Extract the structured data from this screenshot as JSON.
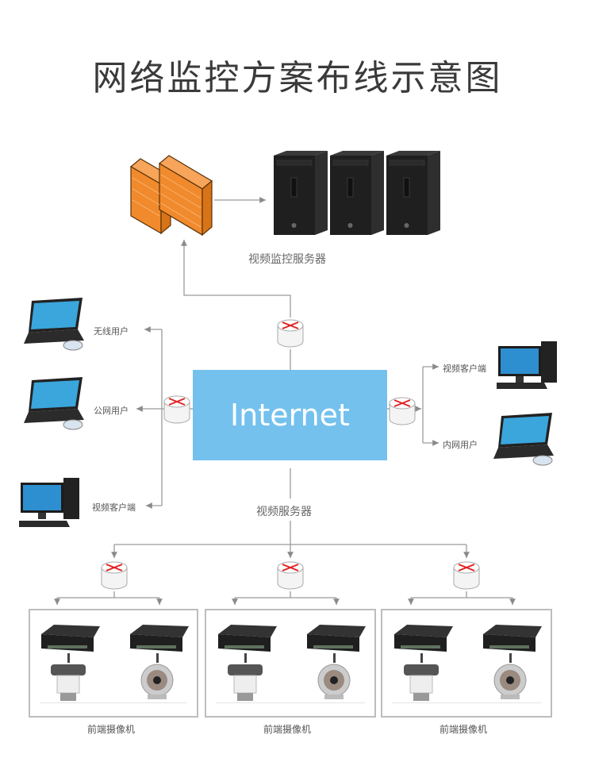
{
  "title": "网络监控方案布线示意图",
  "colors": {
    "internet_box": "#74c1ee",
    "firewall": "#f08a2c",
    "router_arrows": "#e02020",
    "line": "#9a9a9a",
    "label_text": "#555555"
  },
  "top": {
    "server_label": "视频监控服务器",
    "firewall_icon": "firewall-icon",
    "server_icon": "desktop-tower-icon"
  },
  "center": {
    "internet_label": "Internet",
    "video_server_label": "视频服务器"
  },
  "left_clients": [
    {
      "label": "无线用户",
      "icon": "laptop-icon"
    },
    {
      "label": "公网用户",
      "icon": "laptop-icon"
    },
    {
      "label": "视频客户端",
      "icon": "desktop-computer-icon"
    }
  ],
  "right_clients": [
    {
      "label": "视频客户端",
      "icon": "desktop-computer-icon"
    },
    {
      "label": "内网用户",
      "icon": "laptop-icon"
    }
  ],
  "camera_groups": [
    {
      "label": "前端摄像机",
      "devices": [
        "encoder-box",
        "ptz-camera",
        "encoder-box",
        "ir-bullet-camera"
      ]
    },
    {
      "label": "前端摄像机",
      "devices": [
        "encoder-box",
        "ptz-camera",
        "encoder-box",
        "ir-bullet-camera"
      ]
    },
    {
      "label": "前端摄像机",
      "devices": [
        "encoder-box",
        "ptz-camera",
        "encoder-box",
        "ir-bullet-camera"
      ]
    }
  ]
}
